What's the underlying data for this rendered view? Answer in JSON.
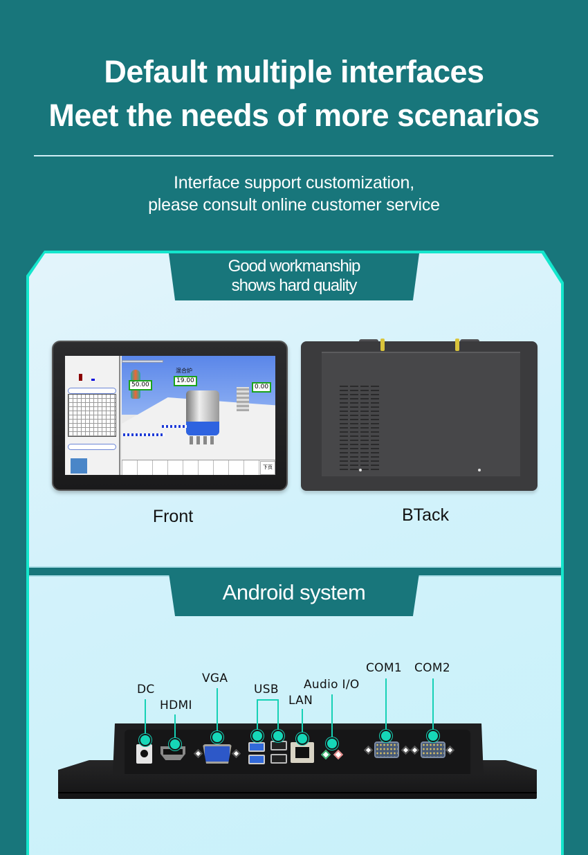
{
  "header": {
    "title_line1": "Default multiple interfaces",
    "title_line2": "Meet the needs of more scenarios",
    "subtitle_line1": "Interface support customization,",
    "subtitle_line2": "please consult online customer service"
  },
  "colors": {
    "background": "#18767b",
    "panel_border": "#14e6cc",
    "panel_fill": "#d2f2fb",
    "callout": "#16d1b5"
  },
  "section_quality": {
    "tab_line1": "Good workmanship",
    "tab_line2": "shows hard quality",
    "front_caption": "Front",
    "back_caption": "BTack",
    "front_screen": {
      "title_mixer": "混合炉",
      "readout_left": "50.00",
      "readout_center": "19.00",
      "readout_right": "0.00",
      "button_next": "下页"
    }
  },
  "section_android": {
    "tab_label": "Android system",
    "ports": [
      {
        "id": "dc",
        "label": "DC"
      },
      {
        "id": "hdmi",
        "label": "HDMI"
      },
      {
        "id": "vga",
        "label": "VGA"
      },
      {
        "id": "usb",
        "label": "USB"
      },
      {
        "id": "lan",
        "label": "LAN"
      },
      {
        "id": "audio",
        "label": "Audio I/O"
      },
      {
        "id": "com1",
        "label": "COM1"
      },
      {
        "id": "com2",
        "label": "COM2"
      }
    ]
  }
}
